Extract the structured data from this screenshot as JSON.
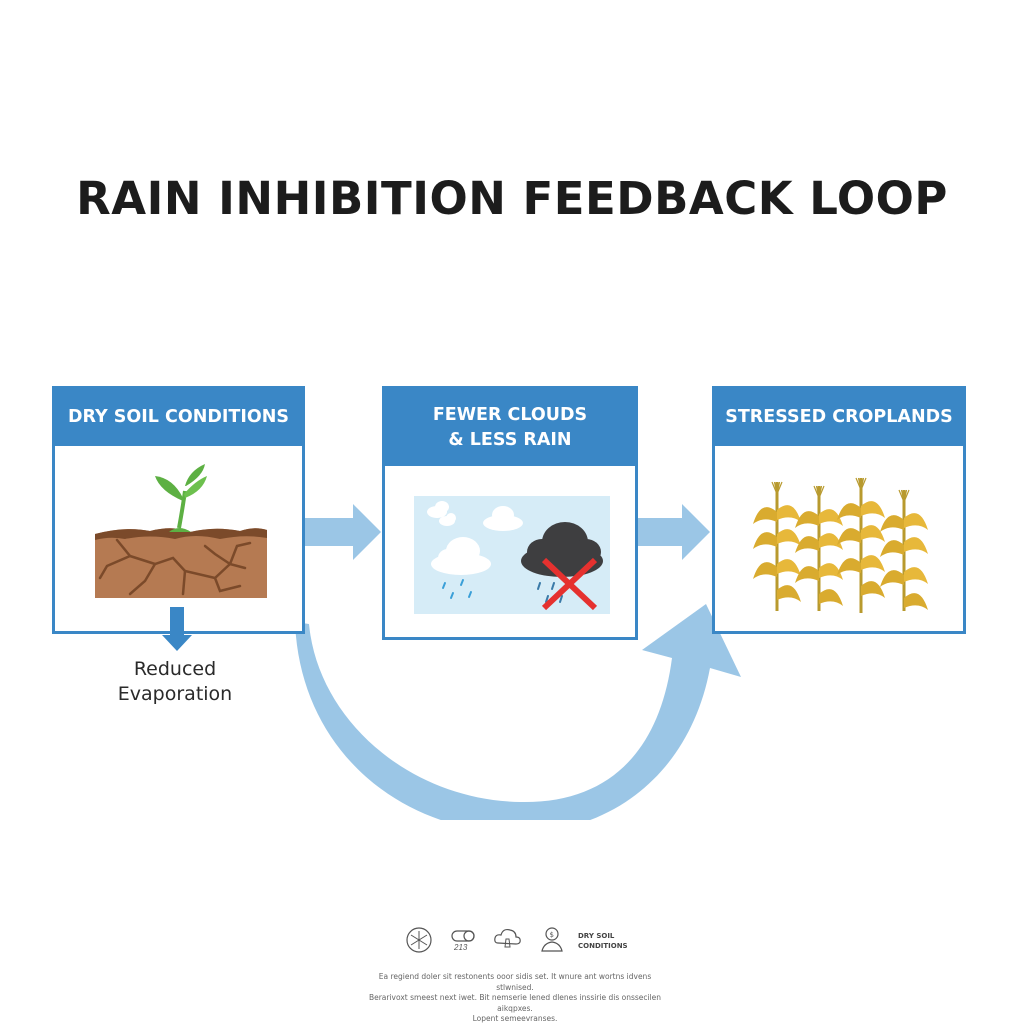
{
  "title": "RAIN INHIBITION FEEDBACK LOOP",
  "colors": {
    "panel_blue": "#3a87c6",
    "arrow_blue": "#9bc6e6",
    "soil_brown": "#b57a52",
    "crack_brown": "#7b4a2a",
    "sprout_green": "#5db043",
    "sky_blue": "#d6ecf7",
    "storm_gray": "#3e3e40",
    "cross_red": "#e5312f",
    "corn_gold": "#e7b83a"
  },
  "panels": [
    {
      "id": "dry-soil",
      "heading": [
        "DRY SOIL CONDITIONS"
      ],
      "illustration": "cracked-soil-with-sprout"
    },
    {
      "id": "fewer-clouds",
      "heading": [
        "FEWER CLOUDS",
        "& LESS RAIN"
      ],
      "illustration": "clouds-and-crossed-out-storm-cloud"
    },
    {
      "id": "stressed-croplands",
      "heading": [
        "STRESSED CROPLANDS"
      ],
      "illustration": "wilting-corn-stalks"
    }
  ],
  "arrows": [
    {
      "from": "dry-soil",
      "to": "fewer-clouds",
      "type": "straight-right"
    },
    {
      "from": "fewer-clouds",
      "to": "stressed-croplands",
      "type": "straight-right"
    },
    {
      "from": "dry-soil",
      "to": "stressed-croplands",
      "type": "curved-loop-under"
    },
    {
      "from": "dry-soil",
      "to": "reduced-evaporation",
      "type": "down"
    }
  ],
  "evaporation_label": [
    "Reduced",
    "Evaporation"
  ],
  "legend": {
    "icons": [
      "sun-compass-icon",
      "cloud-toggle-icon",
      "cloud-rocket-icon",
      "money-bulb-icon"
    ],
    "icon_caption": "213",
    "text": [
      "DRY SOIL",
      "CONDITIONS"
    ]
  },
  "footnote": [
    "Ea regiend doler sit restonents ooor sidis set. It wnure ant wortns idvens stlwnised.",
    "Berarivoxt smeest next iwet. Bit nemserie lened dlenes inssirie dis onssecilen aikqpxes.",
    "Lopent semeevranses."
  ]
}
